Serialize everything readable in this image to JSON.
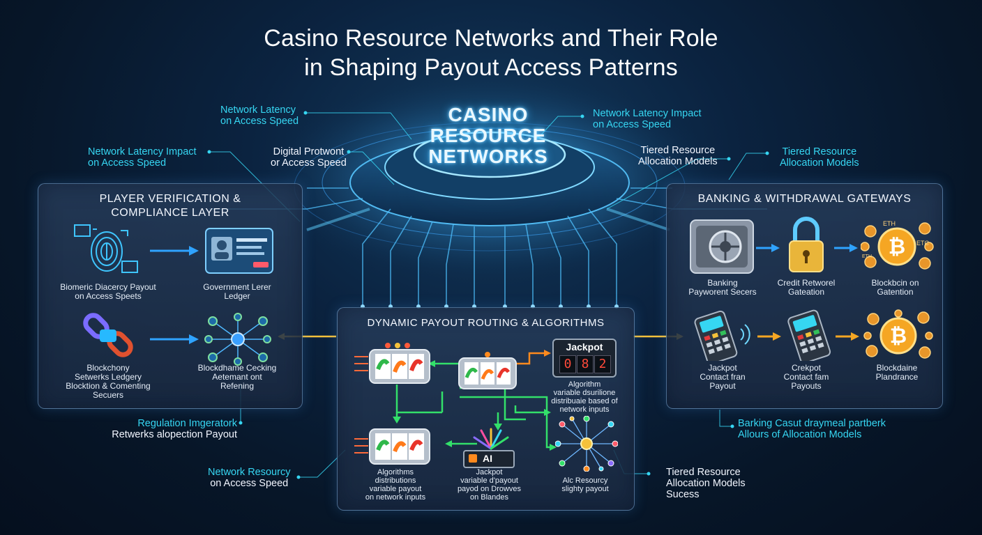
{
  "title": {
    "line1": "Casino Resource Networks and Their Role",
    "line2": "in Shaping Payout Access Patterns"
  },
  "hub": {
    "line1": "CASINO",
    "line2": "RESOURCE",
    "line3": "NETWORKS"
  },
  "annotations": {
    "a1": {
      "line1": "Network Latency",
      "line2": "on Access Speed"
    },
    "a2": {
      "line1": "Network Latency Impact",
      "line2": "on Access Speed"
    },
    "a3": {
      "line1": "Digital Protwont",
      "line2": "or Access Speed"
    },
    "a4": {
      "line1": "Network Latency Impact",
      "line2": "on Access Speed"
    },
    "a5": {
      "line1": "Tiered Resource",
      "line2": "Allocation Models"
    },
    "a6": {
      "line1": "Tiered Resource",
      "line2": "Allocation Models"
    },
    "a7": {
      "line1": "Regulation Imgeratork",
      "line2": "Retwerks alopection Payout"
    },
    "a8": {
      "line1": "Network Resourcy",
      "line2": "on Access Speed"
    },
    "a9": {
      "line1": "Tiered Resource",
      "line2": "Allocation Models",
      "line3": "Sucess"
    },
    "a10": {
      "line1": "Barking Casut draymeal partberk",
      "line2": "Allours of Allocation Models"
    }
  },
  "left_panel": {
    "title_line1": "PLAYER VERIFICATION &",
    "title_line2": "COMPLIANCE LAYER",
    "captions": {
      "c1": {
        "line1": "Biomeric Diacercy Payout",
        "line2": "on Access Speets"
      },
      "c2": {
        "line1": "Government Lerer",
        "line2": "Ledger"
      },
      "c3": {
        "line1": "Blockchony",
        "line2": "Setwerks Ledgery",
        "line3": "Blocktion & Comenting",
        "line4": "Secuers"
      },
      "c4": {
        "line1": "Blockdhame Cecking",
        "line2": "Aetemant ont",
        "line3": "Refening"
      }
    }
  },
  "right_panel": {
    "title": "BANKING & WITHDRAWAL GATEWAYS",
    "coin_labels": {
      "eth": "ETH",
      "etc": "ETC",
      "eth_small": "ETH"
    },
    "captions": {
      "c1": {
        "line1": "Banking",
        "line2": "Payworent Secers"
      },
      "c2": {
        "line1": "Credit Retworel",
        "line2": "Gateation"
      },
      "c3": {
        "line1": "Blockbcin on",
        "line2": "Gatention"
      },
      "c4": {
        "line1": "Jackpot",
        "line2": "Contact fran",
        "line3": "Payout"
      },
      "c5": {
        "line1": "Crekpot",
        "line2": "Contact fam",
        "line3": "Payouts"
      },
      "c6": {
        "line1": "Blockdaine",
        "line2": "Plandrance"
      }
    }
  },
  "center_panel": {
    "title": "DYNAMIC PAYOUT ROUTING & ALGORITHMS",
    "jackpot_label": "Jackpot",
    "jackpot_digits": [
      "0",
      "8",
      "2"
    ],
    "ai_label": "AI",
    "captions": {
      "c1": {
        "line1": "Algorithm",
        "line2": "variable dsurilione",
        "line3": "distribuaie based of",
        "line4": "network inputs"
      },
      "c2": {
        "line1": "Algorithms",
        "line2": "distributions",
        "line3": "variable payout",
        "line4": "on network inputs"
      },
      "c3": {
        "line1": "Jackpot",
        "line2": "variable d'payout",
        "line3": "payod on Drowves",
        "line4": "on Blandes"
      },
      "c4": {
        "line1": "Alc Resourcy",
        "line2": "slighty payout"
      }
    }
  },
  "colors": {
    "cyan": "#36d6f2",
    "arrow_blue": "#2fa3ff",
    "arrow_yellow": "#f5c13a",
    "arrow_green": "#33e06a",
    "arrow_orange": "#ff8a1e"
  }
}
